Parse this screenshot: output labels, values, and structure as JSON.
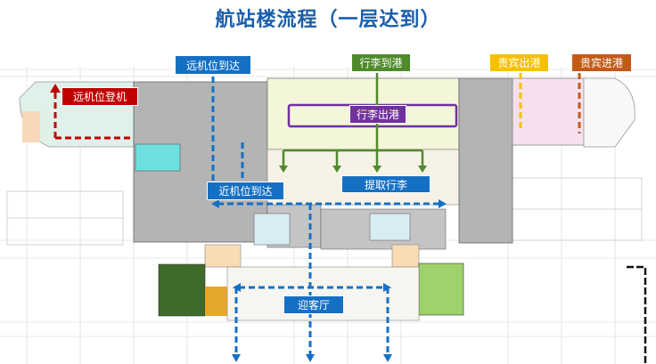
{
  "title": "航站楼流程（一层达到）",
  "labels": {
    "remote_arrival": "远机位到达",
    "baggage_arrival": "行李到港",
    "vip_departure": "贵宾出港",
    "vip_arrival": "贵宾进港",
    "remote_boarding": "远机位登机",
    "baggage_departure": "行李出港",
    "near_arrival": "近机位到达",
    "baggage_claim": "提取行李",
    "greeting_hall": "迎客厅"
  },
  "colors": {
    "title": "#1b5eab",
    "blue_flow": "#1570c4",
    "green_flow": "#4f8a2b",
    "yellow_flow": "#f6c000",
    "orange_flow": "#c45a16",
    "red_flow": "#c00000",
    "purple_flow": "#7030a0"
  }
}
